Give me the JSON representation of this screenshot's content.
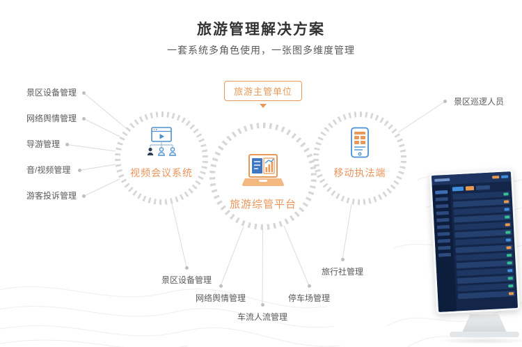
{
  "header": {
    "title": "旅游管理解决方案",
    "subtitle": "一套系统多角色使用，一张图多维度管理"
  },
  "diagram": {
    "top_badge": "旅游主管单位",
    "nodes": {
      "left": {
        "label": "视频会议系统",
        "icon": "video-conference-icon"
      },
      "center": {
        "label": "旅游综管平台",
        "icon": "laptop-chart-icon"
      },
      "right": {
        "label": "移动执法端",
        "icon": "mobile-terminal-icon"
      }
    },
    "left_callouts": [
      "景区设备管理",
      "网络舆情管理",
      "导游管理",
      "音/视频管理",
      "游客投诉管理"
    ],
    "right_callouts": [
      "景区巡逻人员"
    ],
    "bottom_callouts": [
      "景区设备管理",
      "网络舆情管理",
      "车流人流管理",
      "停车场管理",
      "旅行社管理"
    ],
    "preview": "tourism-dashboard-monitor"
  },
  "colors": {
    "accent_orange": "#e8995a",
    "icon_blue": "#4a90d2",
    "ring_gray": "#d7d7d7",
    "text_dark": "#333333",
    "text_gray": "#5a5a5a",
    "dashboard_bg": "#13264a"
  }
}
